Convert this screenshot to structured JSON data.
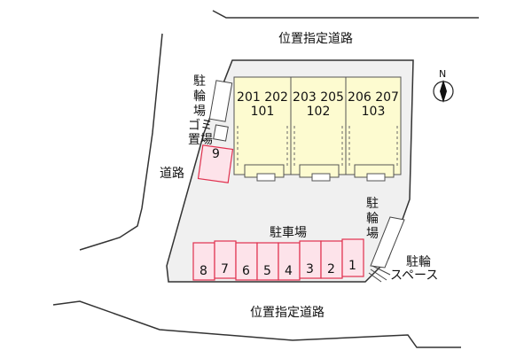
{
  "map": {
    "top_road_label": "位置指定道路",
    "bottom_road_label": "位置指定道路",
    "left_road_label": "道路",
    "parking_label": "駐車場",
    "bicycle_parking_left_label": "駐輪場",
    "bicycle_parking_right_label": "駐輪場",
    "garbage_label": "ゴミ置場",
    "bike_space_label_line1": "駐輪",
    "bike_space_label_line2": "スペース",
    "north_label": "N",
    "buildings": [
      {
        "upper": "201 202",
        "lower": "101"
      },
      {
        "upper": "203 205",
        "lower": "102"
      },
      {
        "upper": "206 207",
        "lower": "103"
      }
    ],
    "parking_spaces": [
      "8",
      "7",
      "6",
      "5",
      "4",
      "3",
      "2",
      "1"
    ],
    "parking_space_extra": "9"
  },
  "colors": {
    "building_fill": "#fdfbd0",
    "site_fill": "#f0f0f0",
    "parking_fill": "#fde3ea",
    "parking_stroke": "#e0304e"
  }
}
